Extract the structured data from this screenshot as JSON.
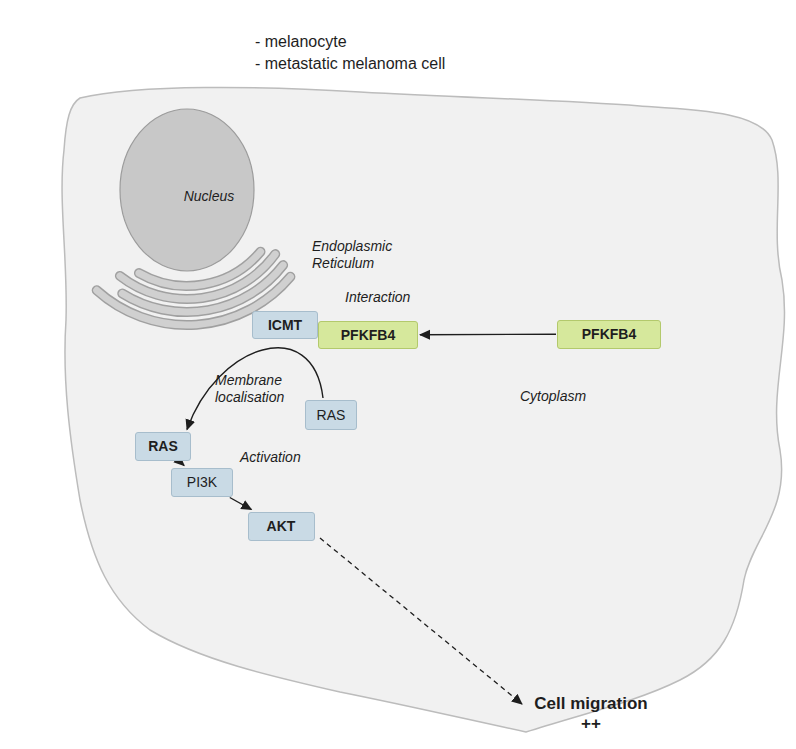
{
  "diagram": {
    "nodes": [
      {
        "text": [
          "Nucleus"
        ]
      },
      {
        "text": [
          "ICMT"
        ]
      },
      {
        "text": [
          "PFKFB4"
        ]
      },
      {
        "text": [
          "PFKFB4"
        ]
      },
      {
        "text": [
          "RAS"
        ]
      },
      {
        "text": [
          "RAS"
        ]
      },
      {
        "text": [
          "PI3K"
        ]
      },
      {
        "text": [
          "AKT"
        ]
      }
    ],
    "edges": [
      {
        "from": 3,
        "to": 2,
        "arrow": "to"
      },
      {
        "from": 5,
        "to": 4,
        "arrow": "to"
      },
      {
        "from": 4,
        "to": 6,
        "arrow": "to"
      },
      {
        "from": 6,
        "to": 7,
        "arrow": "to"
      }
    ],
    "labels": [
      "- melanocyte",
      "- metastatic melanoma cell",
      "Endoplasmic Reticulum",
      "Interaction",
      "Membrane localisation",
      "Activation",
      "Cytoplasm",
      "Cell migration ++"
    ]
  }
}
